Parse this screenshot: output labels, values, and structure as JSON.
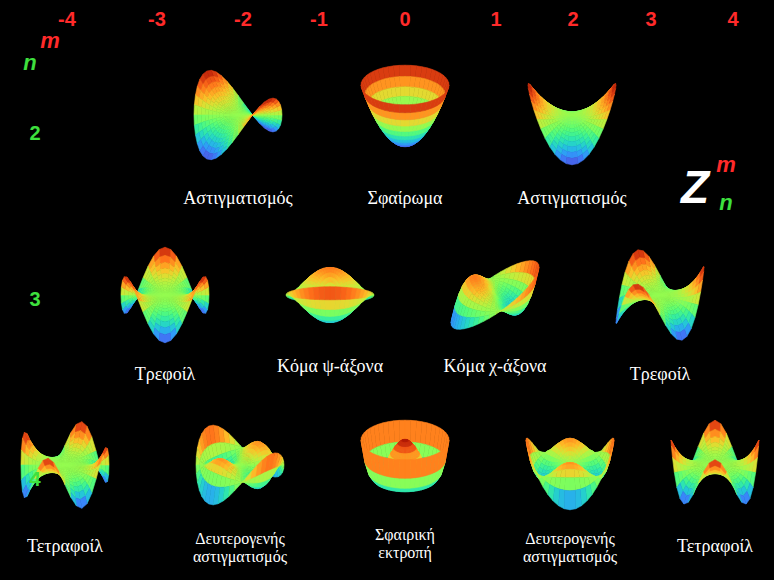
{
  "diagram": {
    "labels": [
      "n",
      "m",
      "-4",
      "-3",
      "-2",
      "-1",
      "0",
      "1",
      "2",
      "3",
      "4",
      "2",
      "3",
      "4",
      "Αστιγματισμός",
      "Σφαίρωμα",
      "Αστιγματισμός",
      "Τρεφοίλ",
      "Κόμα ψ-άξονα",
      "Κόμα χ-άξονα",
      "Τρεφοίλ",
      "Τετραφοίλ",
      "Δευτερογενής αστιγματισμός",
      "Σφαιρική εκτροπή",
      "Δευτερογενής αστιγματισμός",
      "Τετραφοίλ",
      "Z",
      "m",
      "n"
    ]
  }
}
